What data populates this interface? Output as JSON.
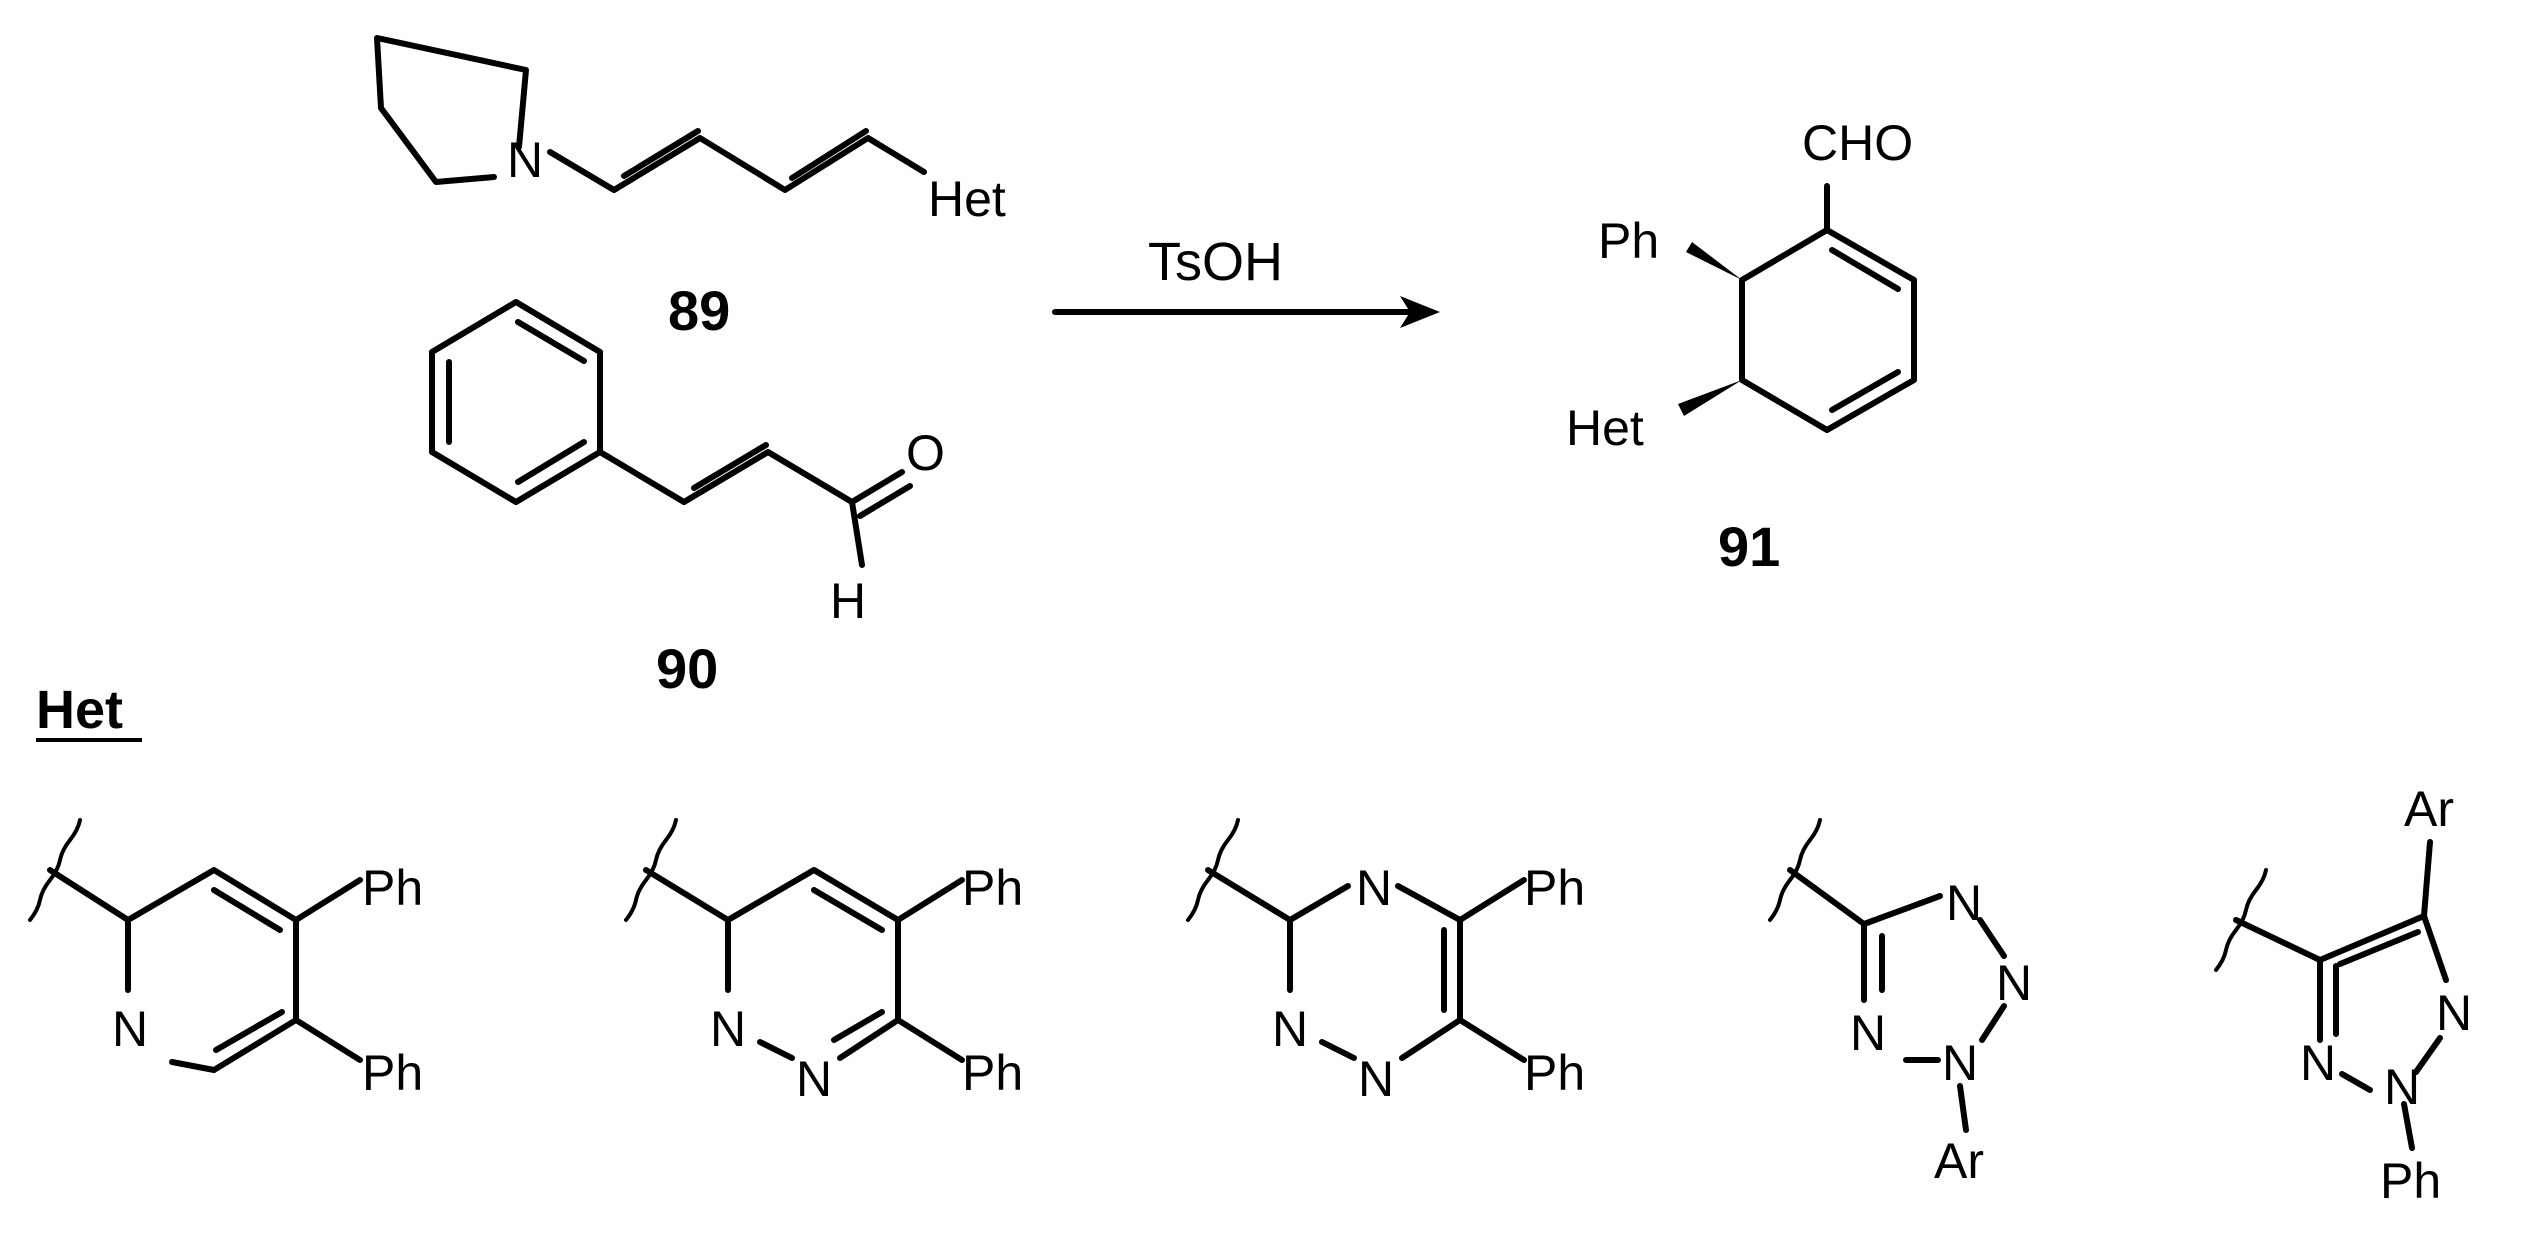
{
  "reaction": {
    "reagent": "TsOH",
    "compound_89": "89",
    "compound_90": "90",
    "compound_91": "91"
  },
  "atoms": {
    "N": "N",
    "O": "O",
    "H": "H",
    "Het": "Het",
    "Ph": "Ph",
    "CHO": "CHO",
    "Ar": "Ar"
  },
  "het_section": {
    "header": "Het"
  }
}
